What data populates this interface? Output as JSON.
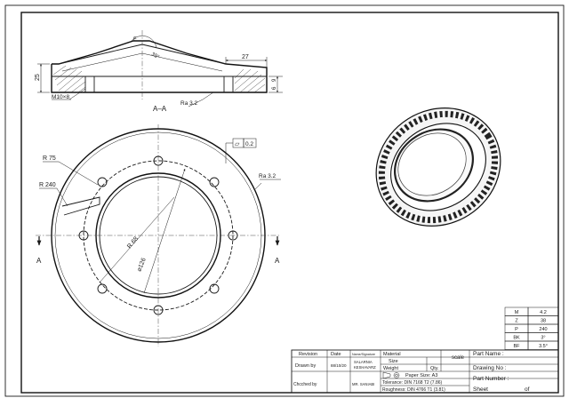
{
  "section": {
    "title": "A–A",
    "dim_width": "27",
    "dim_height": "25",
    "dim_6": "6",
    "dim_9": "9",
    "thread": "M10×8",
    "roughness": "Ra 3.2",
    "angle_label": "35°",
    "fe_label": "F"
  },
  "plan": {
    "r75": "R 75",
    "r240": "R 240",
    "r68": "R 68",
    "d126": "⌀126",
    "roughness": "Ra 3.2",
    "flatness_symbol": "▱",
    "flatness_value": "0.2",
    "cut_a_left": "A",
    "cut_a_right": "A"
  },
  "params": [
    {
      "name": "M",
      "value": "4.2"
    },
    {
      "name": "Z",
      "value": "38"
    },
    {
      "name": "P",
      "value": "240"
    },
    {
      "name": "BK",
      "value": "3°"
    },
    {
      "name": "BF",
      "value": "3.5°"
    }
  ],
  "titleblock": {
    "revision": "Revision",
    "date": "Date",
    "name_signature": "Name/Signature",
    "drawn_by": "Drawn by",
    "drawn_date": "88/10/20",
    "drawn_name_1": "SALARNIA",
    "drawn_name_2": "KESHAVARZ",
    "checked_by": "Chcched by",
    "checked_name": "MR. SANIABI",
    "material": "Material",
    "size": "Size",
    "weight": "Weight",
    "qty": "Qty.",
    "paper_size": "Paper Size: A3",
    "scale": "scale",
    "tolerance": "Tolerance: DIN 7168 T2 (7.86)",
    "roughness": "Roughness: DIN 4766 T1 (3.81)",
    "part_name": "Part Name :",
    "drawing_no": "Drawing No :",
    "part_number": "Part Number :",
    "sheet": "Sheet",
    "of": "of"
  }
}
